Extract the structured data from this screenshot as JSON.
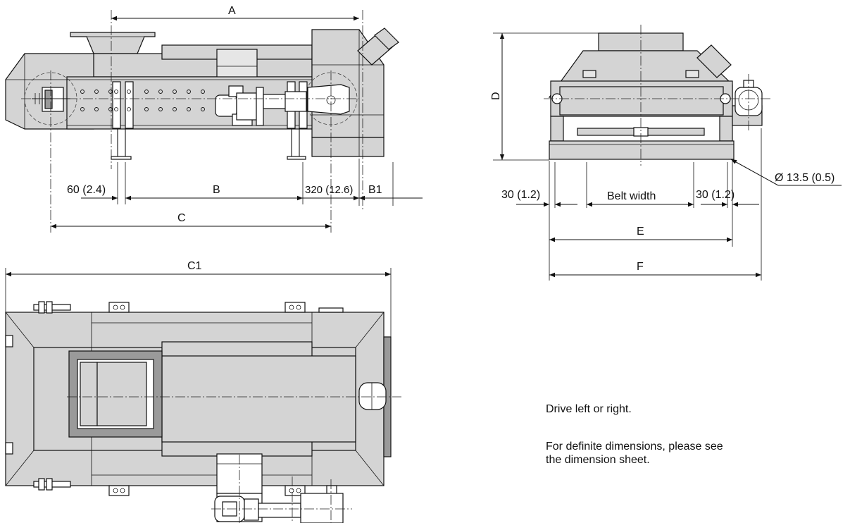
{
  "dimensions": {
    "A": "A",
    "B": "B",
    "B1": "B1",
    "C": "C",
    "C1": "C1",
    "D": "D",
    "E": "E",
    "F": "F",
    "offset_60": "60 (2.4)",
    "offset_320": "320 (12.6)",
    "offset_30_left": "30 (1.2)",
    "offset_30_right": "30 (1.2)",
    "belt_width": "Belt width",
    "hole_diameter": "Ø 13.5 (0.5)"
  },
  "notes": {
    "drive": "Drive left or right.",
    "definite_line1": "For definite dimensions, please see",
    "definite_line2": "the dimension sheet."
  },
  "colors": {
    "body": "#d4d4d4",
    "dark": "#9a9a9a",
    "line": "#111111"
  }
}
